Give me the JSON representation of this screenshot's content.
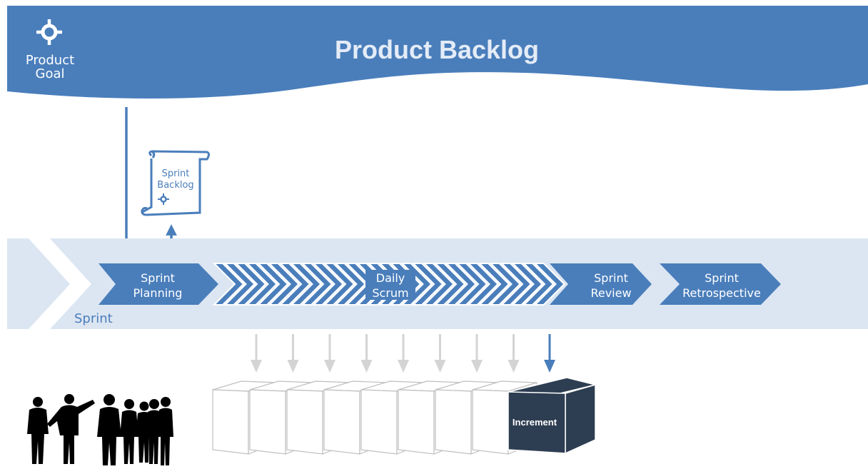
{
  "header": {
    "title": "Product Backlog",
    "goal_line1": "Product",
    "goal_line2": "Goal",
    "icon": "crosshair-goal-icon"
  },
  "sprint_backlog": {
    "line1": "Sprint",
    "line2": "Backlog",
    "icon": "scroll-icon"
  },
  "sprint": {
    "label": "Sprint",
    "events": [
      {
        "line1": "Sprint",
        "line2": "Planning"
      },
      {
        "line1": "Daily",
        "line2": "Scrum"
      },
      {
        "line1": "Sprint",
        "line2": "Review"
      },
      {
        "line1": "Sprint",
        "line2": "Retrospective"
      }
    ]
  },
  "increment": {
    "label": "Increment",
    "previous_increment_count": 8
  },
  "team": {
    "icon": "team-silhouette-icon"
  },
  "colors": {
    "primary_blue": "#4a7ebb",
    "band": "#dce6f2",
    "increment_dark": "#2e3e52",
    "arrow_gray": "#d4d4d4",
    "cube_outline": "#bfbfbf"
  }
}
